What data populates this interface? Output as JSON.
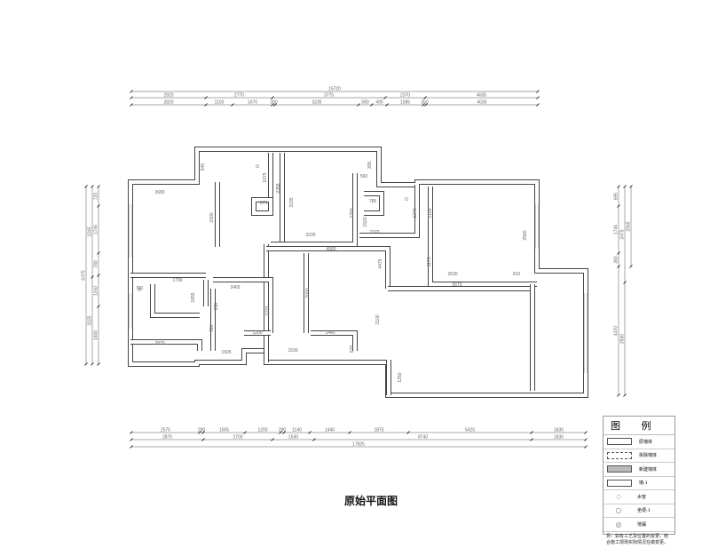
{
  "title": "原始平面图",
  "dims": {
    "top_total": "15720",
    "top_row2": [
      "2820",
      "2770",
      "3775",
      "2370",
      "4035"
    ],
    "top_row3": [
      "2820",
      "1100",
      "1670",
      "350",
      "3235",
      "580",
      "495",
      "1585",
      "350",
      "4035"
    ],
    "bottom_row1": [
      "2575",
      "290",
      "1505",
      "1200",
      "290",
      "1140",
      "1440",
      "1875",
      "5425",
      "1830"
    ],
    "bottom_row2": [
      "2870",
      "2700",
      "1530",
      "8740",
      "1830"
    ],
    "bottom_total": "17825",
    "left_total": "6475",
    "left_row2": [
      "3245",
      "3225"
    ],
    "left_row3": [
      "720",
      "1745",
      "780",
      "1150",
      "1400"
    ],
    "right_row1": [
      "695",
      "1745",
      "380",
      "4070"
    ],
    "right_row2": [
      "3475",
      "3930"
    ],
    "right_row3": [
      "2945"
    ]
  },
  "rooms": [
    "3680",
    "2300",
    "845",
    "1875",
    "2355",
    "875",
    "3235",
    "305",
    "560",
    "2300",
    "785",
    "1520",
    "1240",
    "2370",
    "3235",
    "4580",
    "4475",
    "2100",
    "2580",
    "5670",
    "3530",
    "810",
    "1175",
    "2000",
    "2100",
    "1440",
    "1790",
    "1855",
    "2465",
    "2275",
    "1200",
    "1505",
    "2870",
    "790",
    "1530",
    "670",
    "1250",
    "250",
    "780"
  ],
  "legend": {
    "heading": "图 例",
    "items": [
      "原墙体",
      "拆除墙体",
      "新建墙体",
      "墙:1",
      "水管",
      "坐便:1",
      "地漏"
    ],
    "note": "另：如有工艺及位置的变更，结合施工现场实际情况在做变更。"
  }
}
